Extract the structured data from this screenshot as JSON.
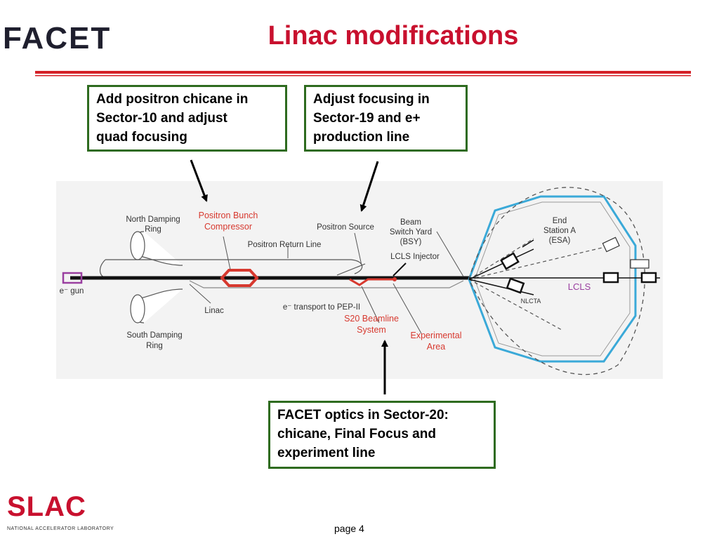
{
  "header": {
    "logo_text": "FACET",
    "title": "Linac modifications",
    "rule_color": "#d42027"
  },
  "callouts": {
    "sector10": [
      "Add positron chicane in",
      "Sector-10 and adjust",
      "quad focusing"
    ],
    "sector19": [
      "Adjust focusing in",
      "Sector-19 and e+",
      "production line"
    ],
    "sector20": [
      "FACET optics in Sector-20:",
      "chicane, Final Focus and",
      "experiment line"
    ]
  },
  "diagram": {
    "labels": {
      "north_ring": [
        "North Damping",
        "Ring"
      ],
      "south_ring": [
        "South Damping",
        "Ring"
      ],
      "e_gun": "e⁻ gun",
      "positron_bunch_compressor": [
        "Positron Bunch",
        "Compressor"
      ],
      "positron_return_line": "Positron Return Line",
      "positron_source": "Positron Source",
      "beam_switch_yard": [
        "Beam",
        "Switch Yard",
        "(BSY)"
      ],
      "lcls_injector": "LCLS Injector",
      "linac": "Linac",
      "e_transport": "e⁻ transport to PEP-II",
      "s20_beamline": [
        "S20 Beamline",
        "System"
      ],
      "experimental_area": [
        "Experimental",
        "Area"
      ],
      "end_station": [
        "End",
        "Station A",
        "(ESA)"
      ],
      "lcls": "LCLS",
      "nlcta": "NLCTA"
    },
    "colors": {
      "red_label": "#d7392f",
      "ring": "#3aa9d8",
      "lcls": "#9a3fa0",
      "gun": "#9a3fa0"
    }
  },
  "footer": {
    "logo_text": "SLAC",
    "logo_subtext": "NATIONAL ACCELERATOR LABORATORY",
    "page": "page 4"
  }
}
